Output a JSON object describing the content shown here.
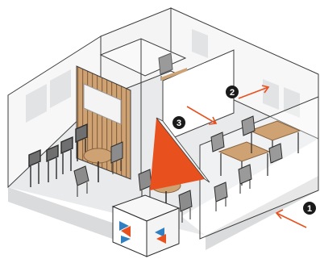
{
  "colors": {
    "accent": "#e8501e",
    "badge": "#1a1a1a",
    "wood": "#cfa274",
    "wall": "#f1f2f2",
    "floor": "#e6e7e8",
    "line": "#3d3d3d",
    "chair": "#9a9a9a"
  },
  "markers": [
    {
      "label": "1",
      "arrow_icon": "arrow-up-left-icon"
    },
    {
      "label": "2",
      "arrow_icon": "arrow-up-right-icon"
    },
    {
      "label": "3",
      "arrow_icon": "arrow-down-right-icon"
    }
  ]
}
